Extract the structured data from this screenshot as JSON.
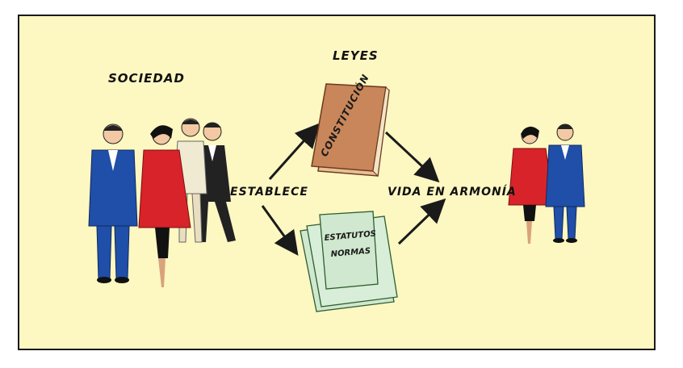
{
  "labels": {
    "sociedad": "SOCIEDAD",
    "leyes": "LEYES",
    "establece": "ESTABLECE",
    "vida": "VIDA EN ARMONÍA"
  },
  "book": {
    "title": "CONSTITUCIÓN"
  },
  "documents": {
    "line1": "ESTATUTOS",
    "line2": "NORMAS"
  },
  "colors": {
    "background": "#fdf7c2",
    "book": "#c8865a",
    "paper": "#cfe8cf",
    "suit_blue": "#1f4fa8",
    "coat_red": "#d8232a",
    "suit_black": "#222222"
  }
}
